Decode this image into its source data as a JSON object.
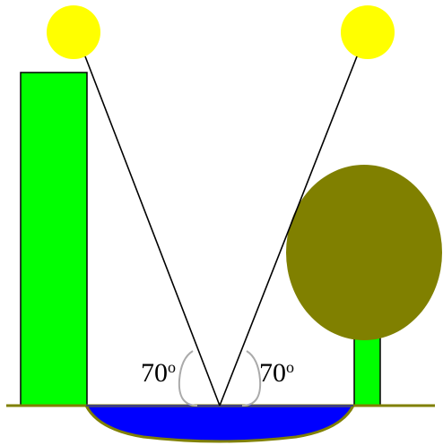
{
  "scene": {
    "angles": [
      {
        "value": "70",
        "unit": "o"
      },
      {
        "value": "70",
        "unit": "o"
      }
    ],
    "objects": {
      "sun_left": "sun",
      "sun_right": "sun",
      "building": "building",
      "tree": "tree",
      "water": "water"
    },
    "colors": {
      "sun": "#ffff00",
      "building": "#00ff00",
      "tree_canopy": "#808000",
      "tree_trunk": "#00ff00",
      "ground": "#808000",
      "water": "#0000ff",
      "light_ray": "#000000",
      "angle_arc": "#aaaaaa"
    }
  }
}
